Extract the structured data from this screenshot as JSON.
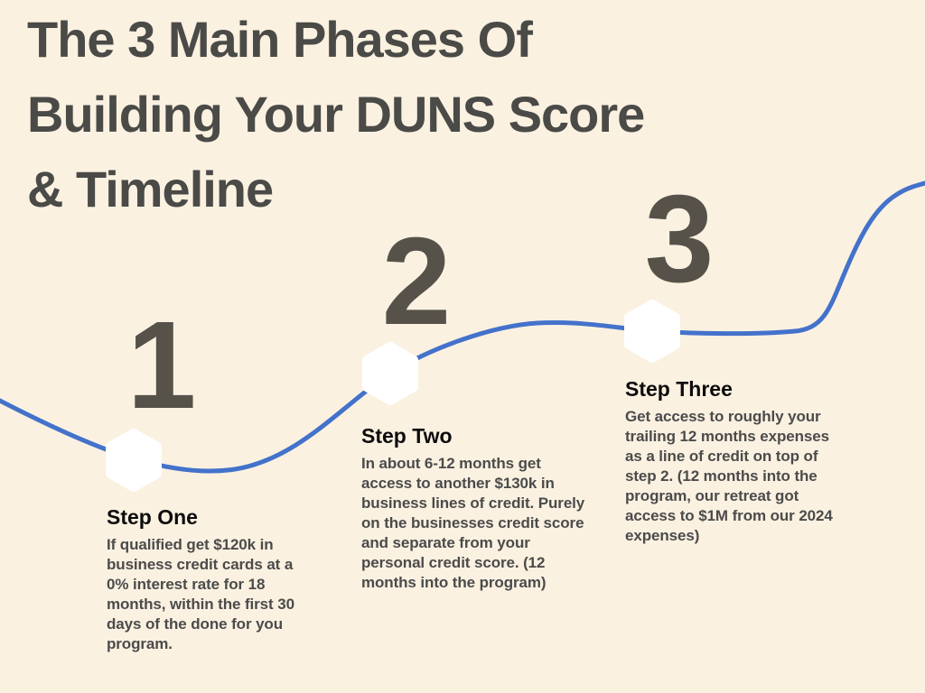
{
  "colors": {
    "background": "#fbf1e1",
    "curve": "#4372cb",
    "number": "#56524a",
    "title": "#4a4a47",
    "step_heading": "#0c0c0c",
    "step_body": "#4b4b4b",
    "marker": "#ffffff"
  },
  "title": {
    "line1": "The 3 Main Phases Of",
    "line2": "Building Your DUNS Score",
    "line3": "& Timeline"
  },
  "steps": [
    {
      "number": "1",
      "heading": "Step One",
      "body": "If qualified get $120k in business credit cards at a 0% interest rate for 18 months, within the first 30 days of the done for you program."
    },
    {
      "number": "2",
      "heading": "Step Two",
      "body": "In about 6-12 months get access to another $130k in business lines of credit. Purely on the businesses credit score and separate from your personal credit score. (12 months into the program)"
    },
    {
      "number": "3",
      "heading": "Step Three",
      "body": "Get access to roughly your trailing 12 months expenses as a line of credit on top of step 2. (12 months into the program, our retreat got access to $1M from our 2024 expenses)"
    }
  ]
}
